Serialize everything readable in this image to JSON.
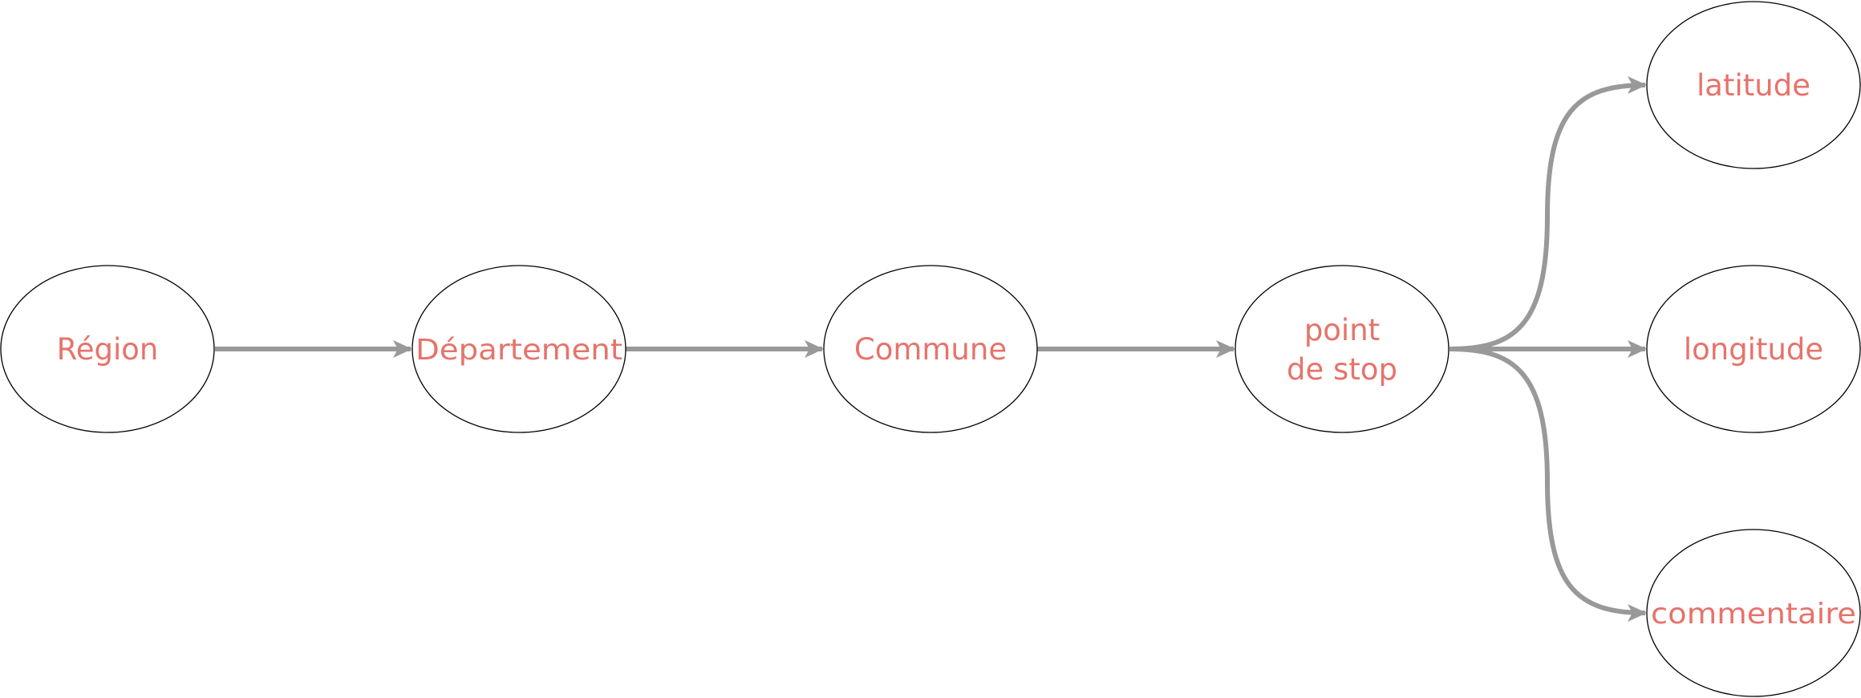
{
  "nodes": [
    {
      "id": "region",
      "lines": [
        "Région"
      ]
    },
    {
      "id": "departement",
      "lines": [
        "Département"
      ]
    },
    {
      "id": "commune",
      "lines": [
        "Commune"
      ]
    },
    {
      "id": "point_de_stop",
      "lines": [
        "point",
        "de stop"
      ]
    },
    {
      "id": "latitude",
      "lines": [
        "latitude"
      ]
    },
    {
      "id": "longitude",
      "lines": [
        "longitude"
      ]
    },
    {
      "id": "commentaire",
      "lines": [
        "commentaire"
      ]
    }
  ],
  "edges": [
    {
      "from": "region",
      "to": "departement"
    },
    {
      "from": "departement",
      "to": "commune"
    },
    {
      "from": "commune",
      "to": "point_de_stop"
    },
    {
      "from": "point_de_stop",
      "to": "latitude"
    },
    {
      "from": "point_de_stop",
      "to": "longitude"
    },
    {
      "from": "point_de_stop",
      "to": "commentaire"
    }
  ],
  "colors": {
    "label": "#e6736b",
    "edge": "#999999",
    "node_border": "#000000"
  }
}
